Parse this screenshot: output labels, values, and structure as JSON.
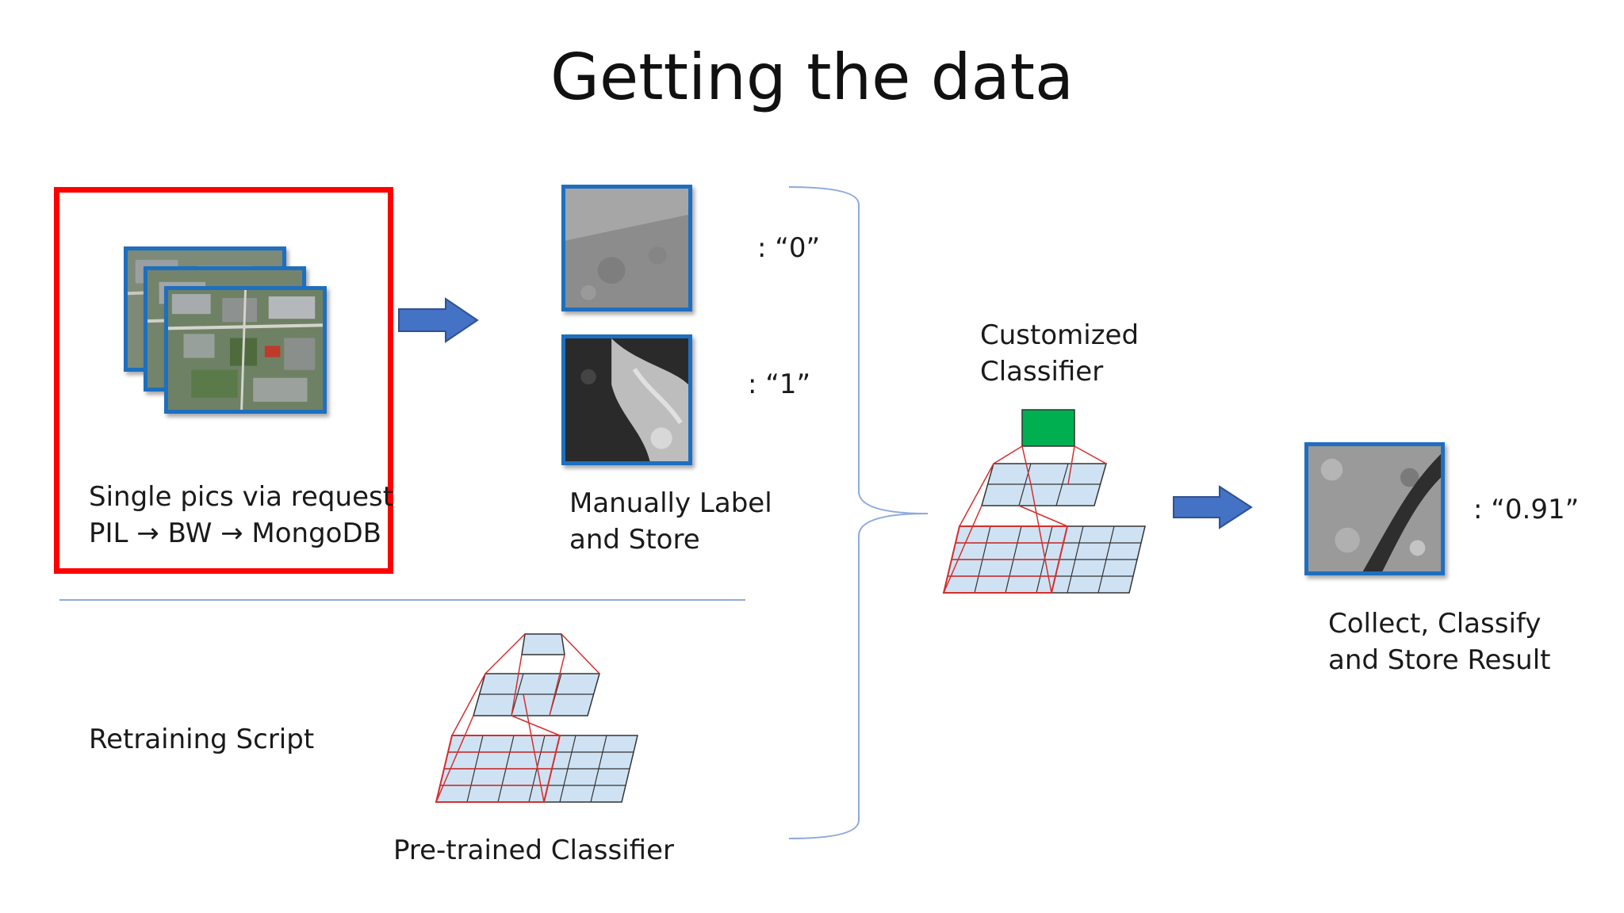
{
  "title": "Getting the data",
  "source": {
    "line1": "Single pics via request",
    "line2": "PIL → BW → MongoDB"
  },
  "labels": {
    "label0": ":  “0”",
    "label1": ":  “1”",
    "result": ":  “0.91”"
  },
  "manual": {
    "line1": "Manually Label",
    "line2": "and Store"
  },
  "customized": {
    "line1": "Customized",
    "line2": "Classifier"
  },
  "collect": {
    "line1": "Collect, Classify",
    "line2": "and Store Result"
  },
  "retraining": "Retraining Script",
  "pretrained": "Pre-trained Classifier",
  "colors": {
    "accent_red": "#ff0000",
    "frame_blue": "#1e6fbf",
    "arrow_blue": "#4472c4",
    "grid_fill": "#cfe2f3",
    "net_top_green": "#00b050"
  }
}
